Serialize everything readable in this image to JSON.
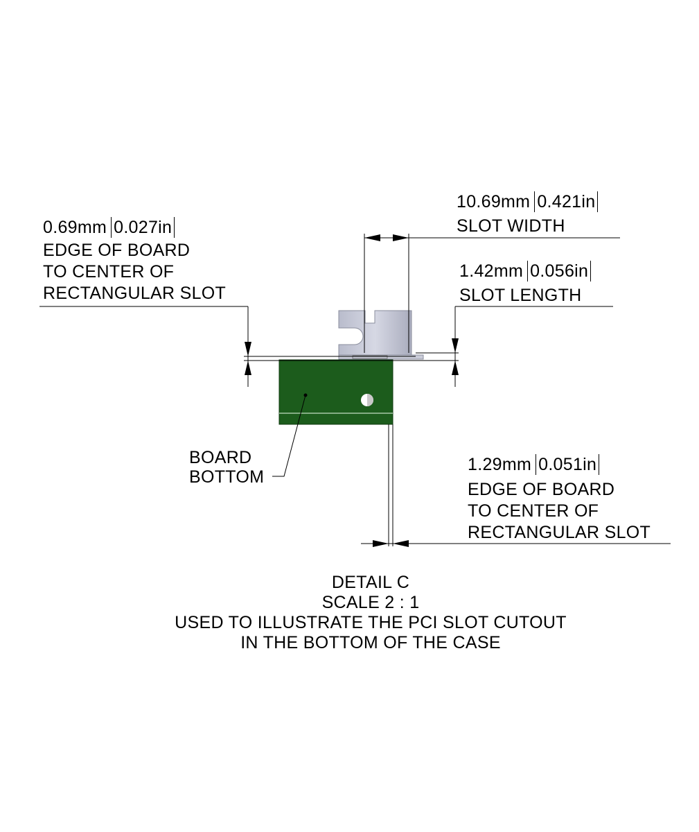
{
  "dimensions": {
    "edge_to_slot_left": {
      "metric": "0.69mm",
      "imperial": "0.027in",
      "lines": [
        "EDGE OF BOARD",
        "TO CENTER OF",
        "RECTANGULAR SLOT"
      ]
    },
    "slot_width": {
      "metric": "10.69mm",
      "imperial": "0.421in",
      "lines": [
        "SLOT WIDTH"
      ]
    },
    "slot_length": {
      "metric": "1.42mm",
      "imperial": "0.056in",
      "lines": [
        "SLOT LENGTH"
      ]
    },
    "edge_to_slot_right": {
      "metric": "1.29mm",
      "imperial": "0.051in",
      "lines": [
        "EDGE OF BOARD",
        "TO CENTER OF",
        "RECTANGULAR SLOT"
      ]
    }
  },
  "board_label": [
    "BOARD",
    "BOTTOM"
  ],
  "caption": [
    "DETAIL C",
    "SCALE 2 : 1",
    "USED TO ILLUSTRATE THE PCI SLOT CUTOUT",
    "IN THE BOTTOM OF THE CASE"
  ],
  "colors": {
    "board": "#1c5c1c",
    "bracket": "#c4c6d6",
    "bracket_shade": "#9a9dae",
    "line": "#000000"
  }
}
